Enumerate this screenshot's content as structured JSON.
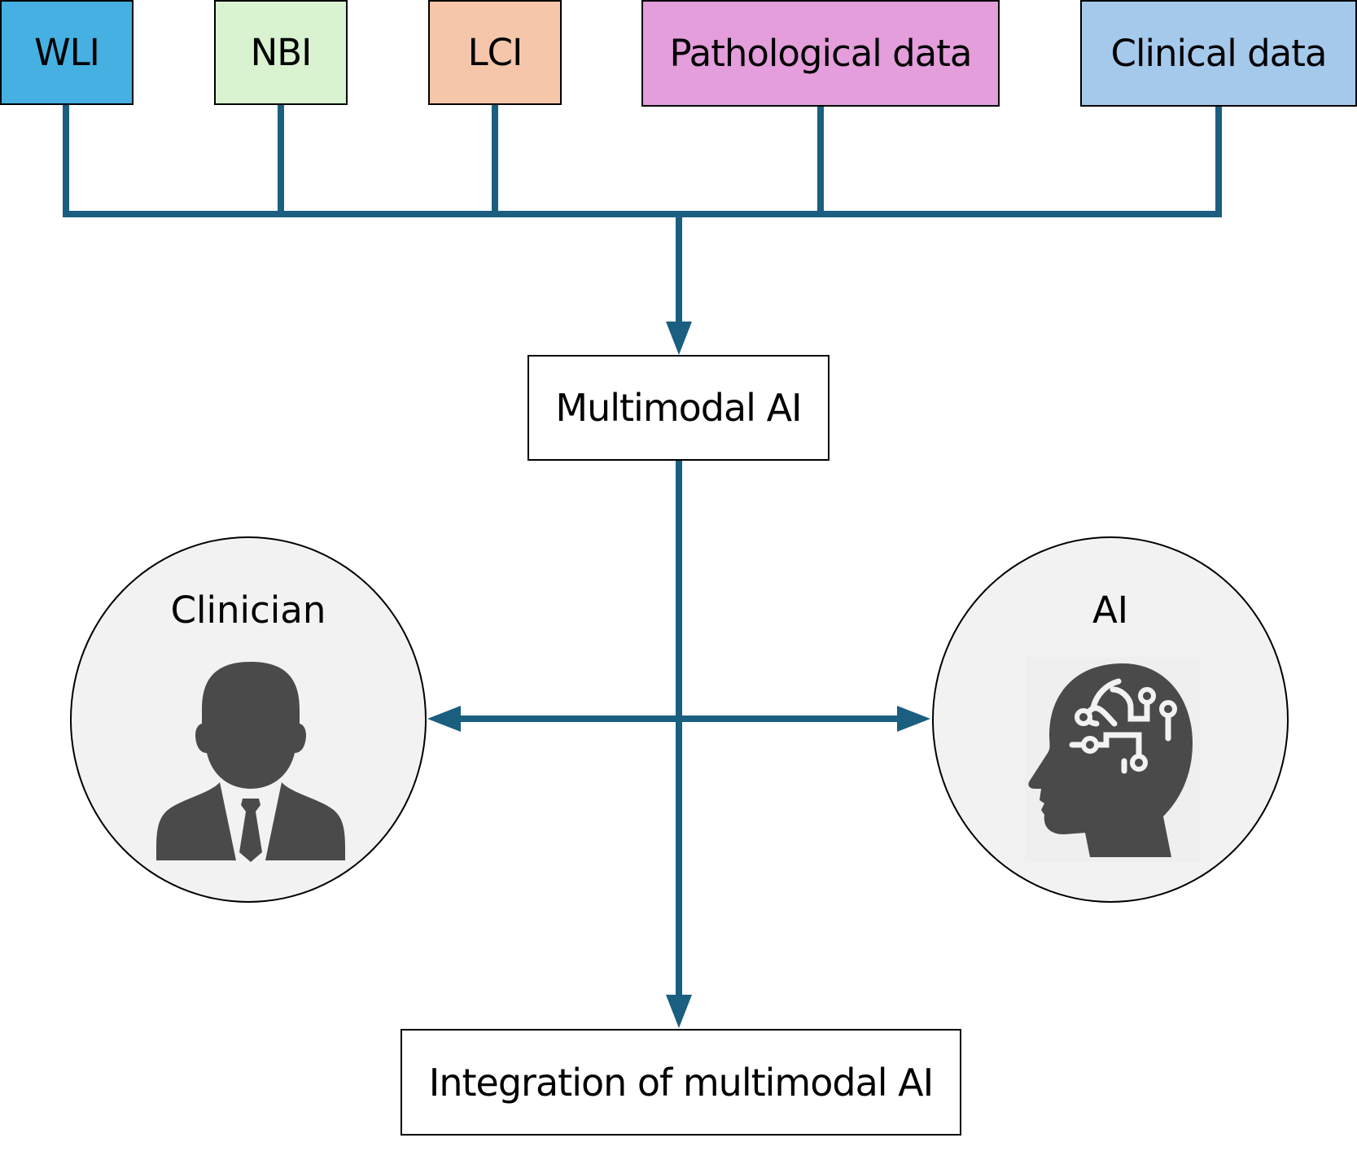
{
  "inputs": [
    {
      "label": "WLI",
      "color": "#45b0e1"
    },
    {
      "label": "NBI",
      "color": "#d9f2d0"
    },
    {
      "label": "LCI",
      "color": "#f5c6aa"
    },
    {
      "label": "Pathological data",
      "color": "#e49edb"
    },
    {
      "label": "Clinical data",
      "color": "#a5c9eb"
    }
  ],
  "hub": {
    "label": "Multimodal AI"
  },
  "clinician": {
    "label": "Clinician",
    "icon": "person-in-suit-icon"
  },
  "ai": {
    "label": "AI",
    "icon": "ai-head-circuit-icon"
  },
  "output": {
    "label": "Integration of multimodal AI"
  },
  "colors": {
    "connector": "#1a5e80",
    "circle_fill": "#f2f2f2",
    "icon_fill": "#4a4a4a"
  }
}
